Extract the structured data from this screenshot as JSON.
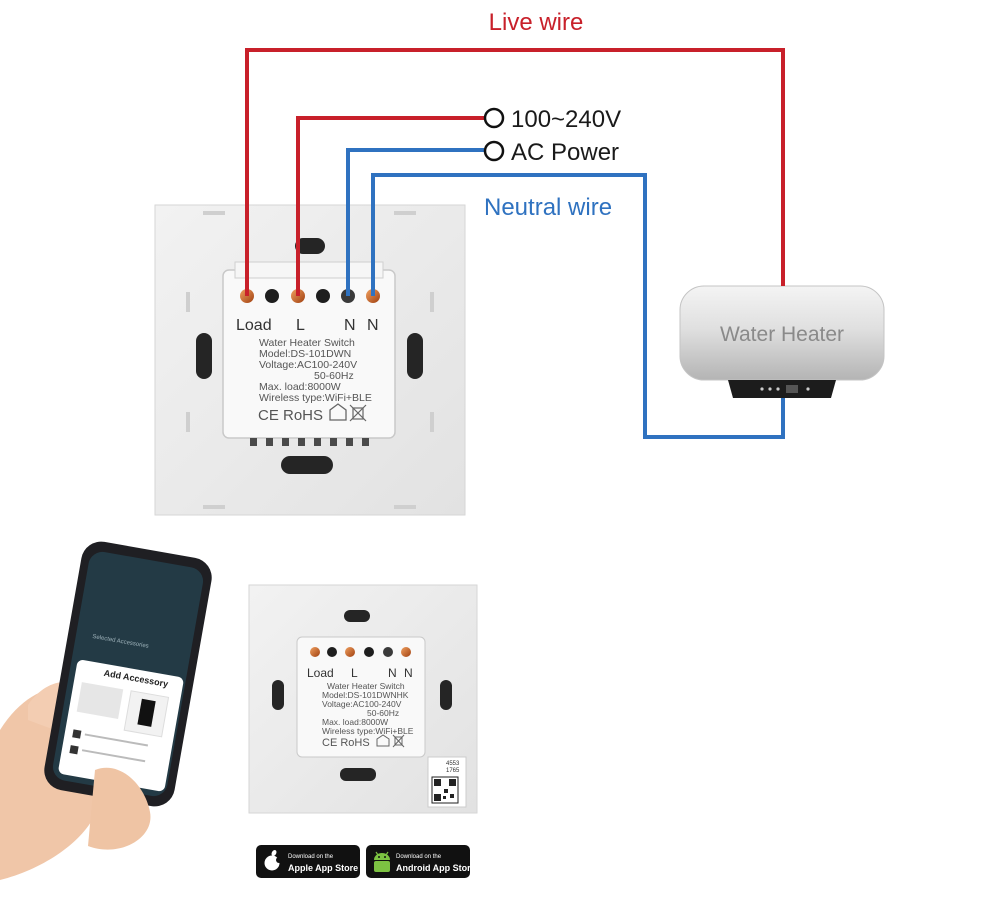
{
  "labels": {
    "live_wire": "Live wire",
    "voltage": "100~240V",
    "ac_power": "AC Power",
    "neutral_wire": "Neutral wire",
    "water_heater": "Water Heater"
  },
  "switch_main": {
    "terminals": [
      "Load",
      "L",
      "N",
      "N"
    ],
    "spec_lines": [
      "Water Heater Switch",
      "Model:DS-101DWN",
      "Voltage:AC100-240V",
      "50-60Hz",
      "Max. load:8000W",
      "Wireless type:WiFi+BLE"
    ],
    "marks": "CE RoHS"
  },
  "switch_small": {
    "terminals": [
      "Load",
      "L",
      "N",
      "N"
    ],
    "spec_lines": [
      "Water Heater Switch",
      "Model:DS-101DWNHK",
      "Voltage:AC100-240V",
      "50-60Hz",
      "Max. load:8000W",
      "Wireless type:WiFi+BLE"
    ],
    "marks": "CE RoHS",
    "code_lines": [
      "4553",
      "1765"
    ]
  },
  "phone": {
    "dialog_title": "Add Accessory",
    "screen_heading": "Selected Accessories"
  },
  "store_badges": [
    {
      "small": "Download on the",
      "big": "Apple App Store"
    },
    {
      "small": "Download on the",
      "big": "Android App Store"
    }
  ],
  "colors": {
    "live": "#c8202a",
    "neutral": "#2f72c0"
  }
}
